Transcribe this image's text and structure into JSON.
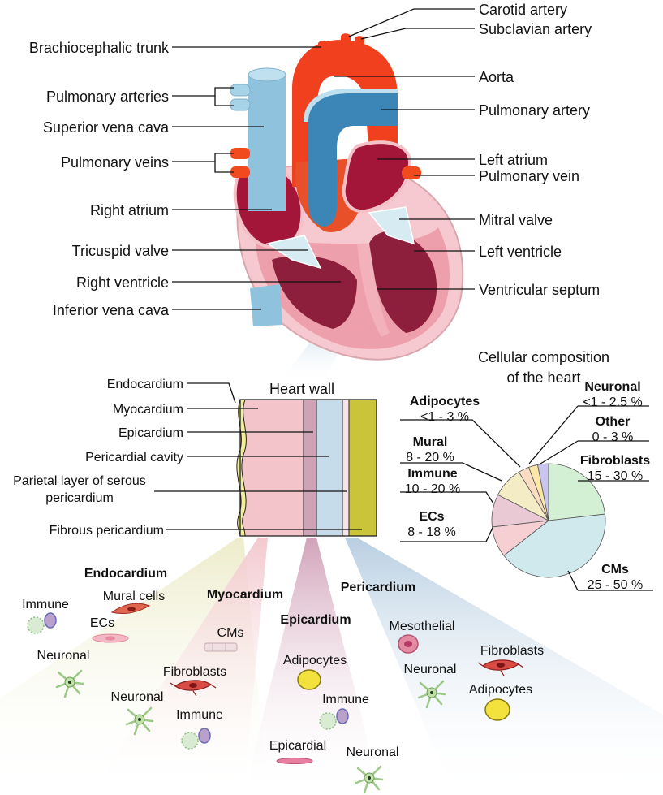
{
  "anatomy_labels": {
    "carotid_artery": "Carotid artery",
    "subclavian_artery": "Subclavian artery",
    "brachiocephalic_trunk": "Brachiocephalic trunk",
    "aorta": "Aorta",
    "pulmonary_arteries": "Pulmonary arteries",
    "pulmonary_artery": "Pulmonary artery",
    "superior_vena_cava": "Superior vena cava",
    "pulmonary_veins": "Pulmonary veins",
    "left_atrium": "Left atrium",
    "pulmonary_vein": "Pulmonary vein",
    "right_atrium": "Right atrium",
    "mitral_valve": "Mitral valve",
    "tricuspid_valve": "Tricuspid valve",
    "left_ventricle": "Left ventricle",
    "right_ventricle": "Right ventricle",
    "ventricular_septum": "Ventricular septum",
    "inferior_vena_cava": "Inferior vena cava"
  },
  "heart_wall": {
    "title": "Heart wall",
    "layers": {
      "endocardium": "Endocardium",
      "myocardium": "Myocardium",
      "epicardium": "Epicardium",
      "pericardial_cavity": "Pericardial cavity",
      "parietal_line1": "Parietal layer of serous",
      "parietal_line2": "pericardium",
      "fibrous_pericardium": "Fibrous pericardium"
    }
  },
  "composition": {
    "title_line1": "Cellular composition",
    "title_line2": "of the heart",
    "slices": [
      {
        "name": "Fibroblasts",
        "range": "15 - 30 %",
        "value": 22.5,
        "color": "#d3efd4"
      },
      {
        "name": "CMs",
        "range": "25 - 50 %",
        "value": 40,
        "color": "#cfe9ec"
      },
      {
        "name": "ECs",
        "range": "8 - 18 %",
        "value": 8.5,
        "color": "#f5cfd2"
      },
      {
        "name": "Immune",
        "range": "10 - 20 %",
        "value": 9,
        "color": "#e9c9d3"
      },
      {
        "name": "Mural",
        "range": "8 - 20 %",
        "value": 8.5,
        "color": "#f4ecc5"
      },
      {
        "name": "Adipocytes",
        "range": "<1 - 3 %",
        "value": 3,
        "color": "#f8dcc4"
      },
      {
        "name": "Neuronal",
        "range": "<1 - 2.5 %",
        "value": 2.5,
        "color": "#fbe7a6"
      },
      {
        "name": "Other",
        "range": "0 - 3 %",
        "value": 3,
        "color": "#c8c5ee"
      }
    ]
  },
  "sections": {
    "endocardium": "Endocardium",
    "myocardium": "Myocardium",
    "epicardium": "Epicardium",
    "pericardium": "Pericardium"
  },
  "cells": {
    "endo_immune": "Immune",
    "endo_mural": "Mural cells",
    "endo_ecs": "ECs",
    "endo_neuronal": "Neuronal",
    "myo_cms": "CMs",
    "myo_fibroblasts": "Fibroblasts",
    "myo_neuronal": "Neuronal",
    "myo_immune": "Immune",
    "epi_adipocytes": "Adipocytes",
    "epi_immune": "Immune",
    "epi_epicardial": "Epicardial",
    "epi_neuronal": "Neuronal",
    "peri_mesothelial": "Mesothelial",
    "peri_fibroblasts": "Fibroblasts",
    "peri_neuronal": "Neuronal",
    "peri_adipocytes": "Adipocytes"
  }
}
